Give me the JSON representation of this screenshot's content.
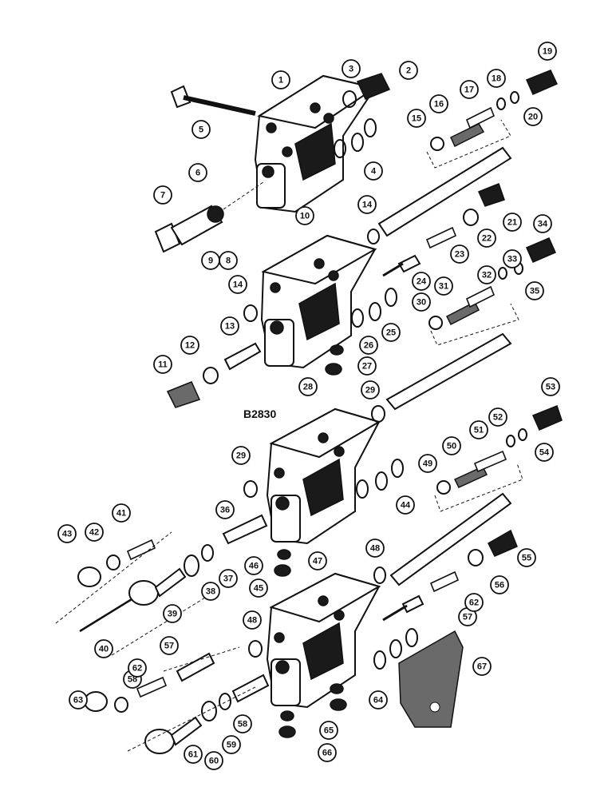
{
  "drawing_code": "B2830",
  "callouts": [
    "1",
    "2",
    "3",
    "4",
    "5",
    "6",
    "7",
    "8",
    "9",
    "10",
    "11",
    "12",
    "13",
    "14",
    "15",
    "16",
    "17",
    "18",
    "19",
    "20",
    "21",
    "22",
    "23",
    "24",
    "25",
    "26",
    "27",
    "28",
    "29",
    "30",
    "31",
    "32",
    "33",
    "34",
    "35",
    "36",
    "37",
    "38",
    "39",
    "40",
    "41",
    "42",
    "43",
    "44",
    "45",
    "46",
    "47",
    "48",
    "49",
    "50",
    "51",
    "52",
    "53",
    "54",
    "55",
    "56",
    "57",
    "58",
    "59",
    "60",
    "61",
    "62",
    "63",
    "64",
    "65",
    "66",
    "67"
  ]
}
